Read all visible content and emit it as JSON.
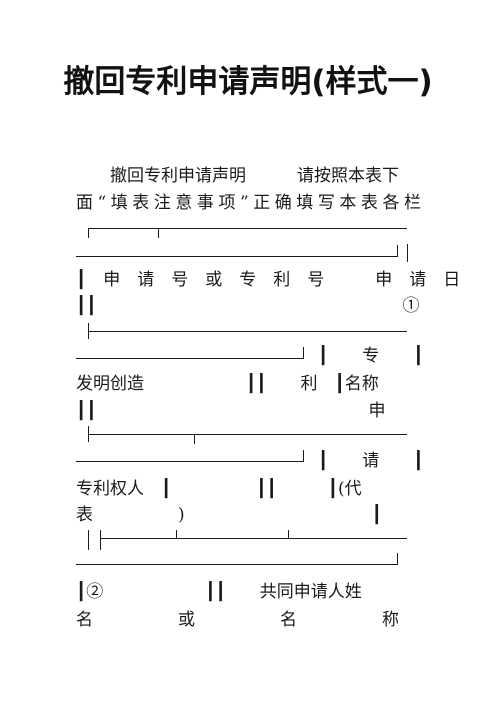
{
  "document": {
    "title": "撤回专利申请声明(样式一)",
    "lines": [
      "　　撤回专利申请声明　　　请按照本表下",
      "面“填表注意事项”正确填写本表各栏",
      "┃　申　请　号　或　专　利　号　　　申　请　日",
      "┃┃　　　　　　　　　　　　　　　　　　①",
      "┃　　专　　┃",
      "发明创造　　　　　　┃┃　　利　┃名称",
      "┃┃　　　　　　　　　　　　　　　　申",
      "┃　　请　　┃",
      "专利权人　┃　　　　　┃┃　　　┃(代",
      "表　　　　　)　　　　　　　　　　　┃",
      "┃②　　　　　　┃┃　　共同申请人姓",
      "名　　　　　或　　　　　名　　　　　称"
    ]
  }
}
